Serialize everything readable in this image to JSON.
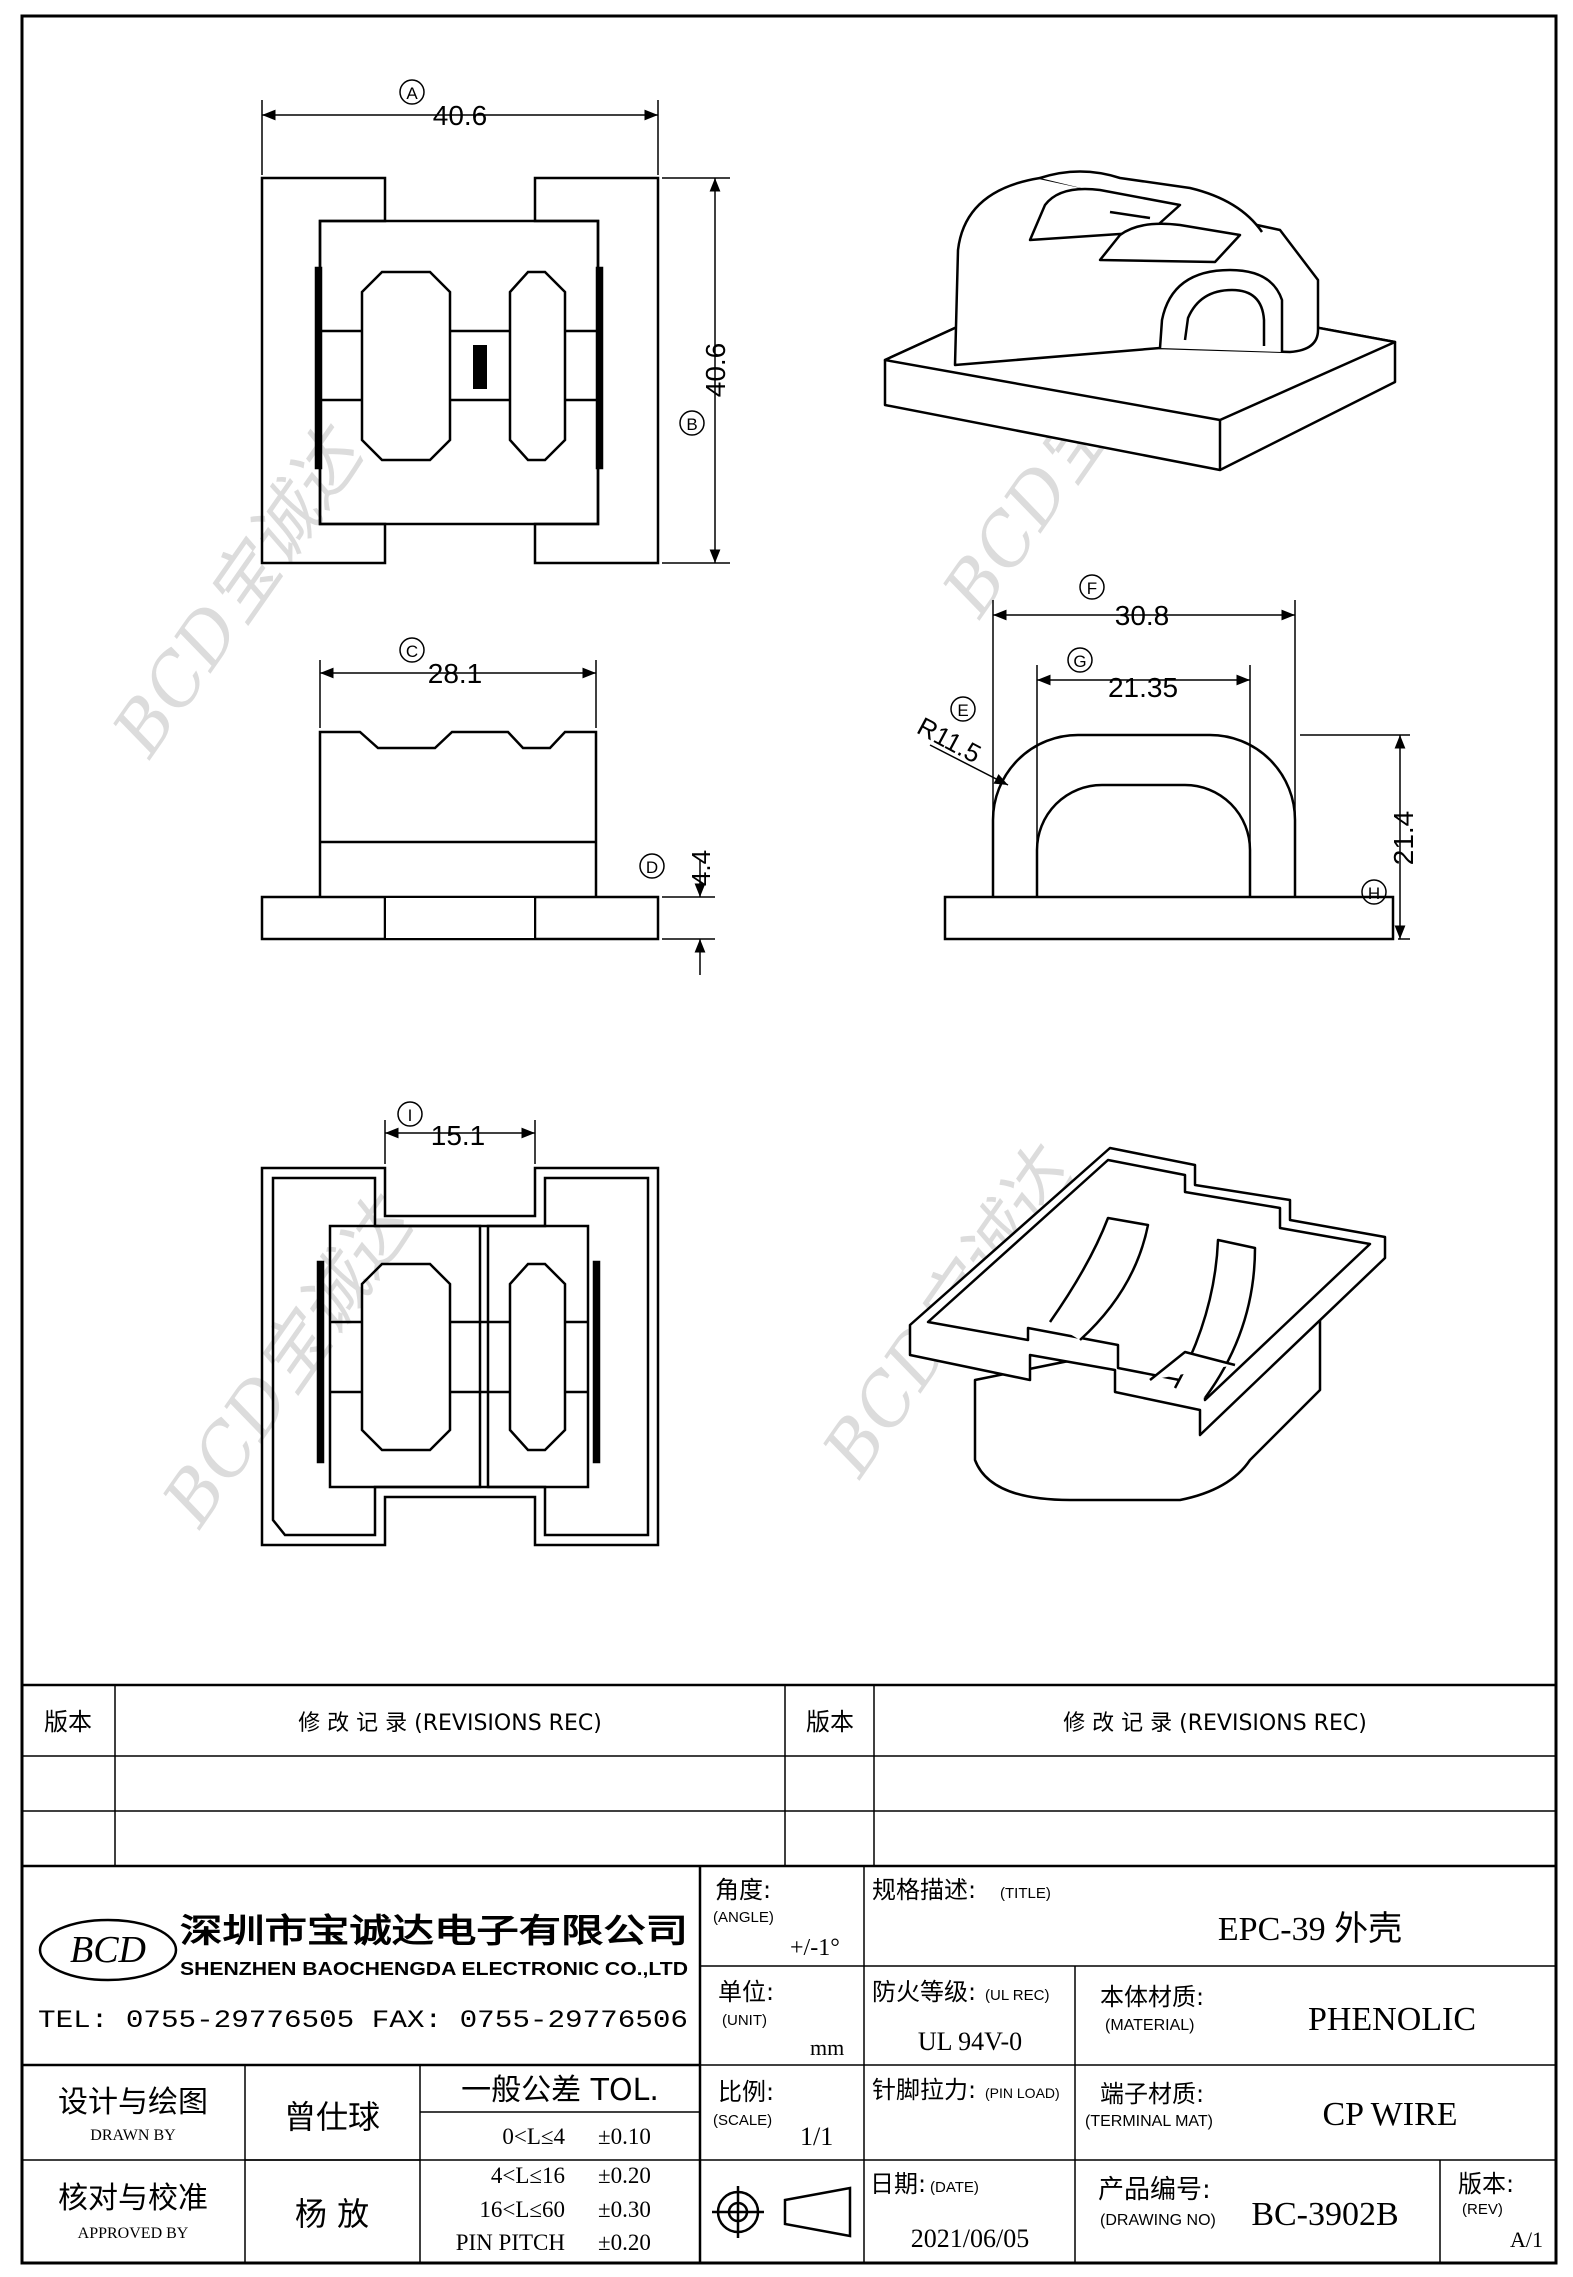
{
  "dimensions": {
    "A": {
      "letter": "A",
      "value": "40.6"
    },
    "B": {
      "letter": "B",
      "value": "40.6"
    },
    "C": {
      "letter": "C",
      "value": "28.1"
    },
    "D": {
      "letter": "D",
      "value": "4.4"
    },
    "E": {
      "letter": "E",
      "value": "R11.5"
    },
    "F": {
      "letter": "F",
      "value": "30.8"
    },
    "G": {
      "letter": "G",
      "value": "21.35"
    },
    "H": {
      "letter": "H",
      "value": "21.4"
    },
    "I": {
      "letter": "I",
      "value": "15.1"
    }
  },
  "revisions": {
    "version_label": "版本",
    "record_label": "修 改 记 录 (REVISIONS REC)"
  },
  "company": {
    "logo_text": "BCD",
    "name_cn": "深圳市宝诚达电子有限公司",
    "name_en": "SHENZHEN BAOCHENGDA ELECTRONIC CO.,LTD",
    "contact": "TEL: 0755-29776505  FAX: 0755-29776506"
  },
  "title_block": {
    "angle_label": "角度:",
    "angle_label_en": "(ANGLE)",
    "angle_value": "+/-1°",
    "title_label": "规格描述:",
    "title_label_en": "(TITLE)",
    "title_value": "EPC-39 外壳",
    "unit_label": "单位:",
    "unit_label_en": "(UNIT)",
    "unit_value": "mm",
    "ul_label": "防火等级:",
    "ul_label_en": "(UL REC)",
    "ul_value": "UL 94V-0",
    "material_label": "本体材质:",
    "material_label_en": "(MATERIAL)",
    "material_value": "PHENOLIC",
    "designer_label": "设计与绘图",
    "designer_label_en": "DRAWN BY",
    "designer_value": "曾仕球",
    "tolerance_label": "一般公差 TOL.",
    "tolerances": [
      {
        "range": "0<L≤4",
        "value": "±0.10"
      },
      {
        "range": "4<L≤16",
        "value": "±0.20"
      },
      {
        "range": "16<L≤60",
        "value": "±0.30"
      },
      {
        "range": "PIN PITCH",
        "value": "±0.20"
      }
    ],
    "scale_label": "比例:",
    "scale_label_en": "(SCALE)",
    "scale_value": "1/1",
    "pinload_label": "针脚拉力:",
    "pinload_label_en": "(PIN LOAD)",
    "terminal_label": "端子材质:",
    "terminal_label_en": "(TERMINAL MAT)",
    "terminal_value": "CP WIRE",
    "approver_label": "核对与校准",
    "approver_label_en": "APPROVED BY",
    "approver_value": "杨  放",
    "date_label": "日期:",
    "date_label_en": "(DATE)",
    "date_value": "2021/06/05",
    "drawing_label": "产品编号:",
    "drawing_label_en": "(DRAWING NO)",
    "drawing_value": "BC-3902B",
    "rev_label": "版本:",
    "rev_label_en": "(REV)",
    "rev_value": "A/1"
  },
  "watermark": {
    "text": "BCD宝诚达",
    "color": "#d9d9d9"
  }
}
